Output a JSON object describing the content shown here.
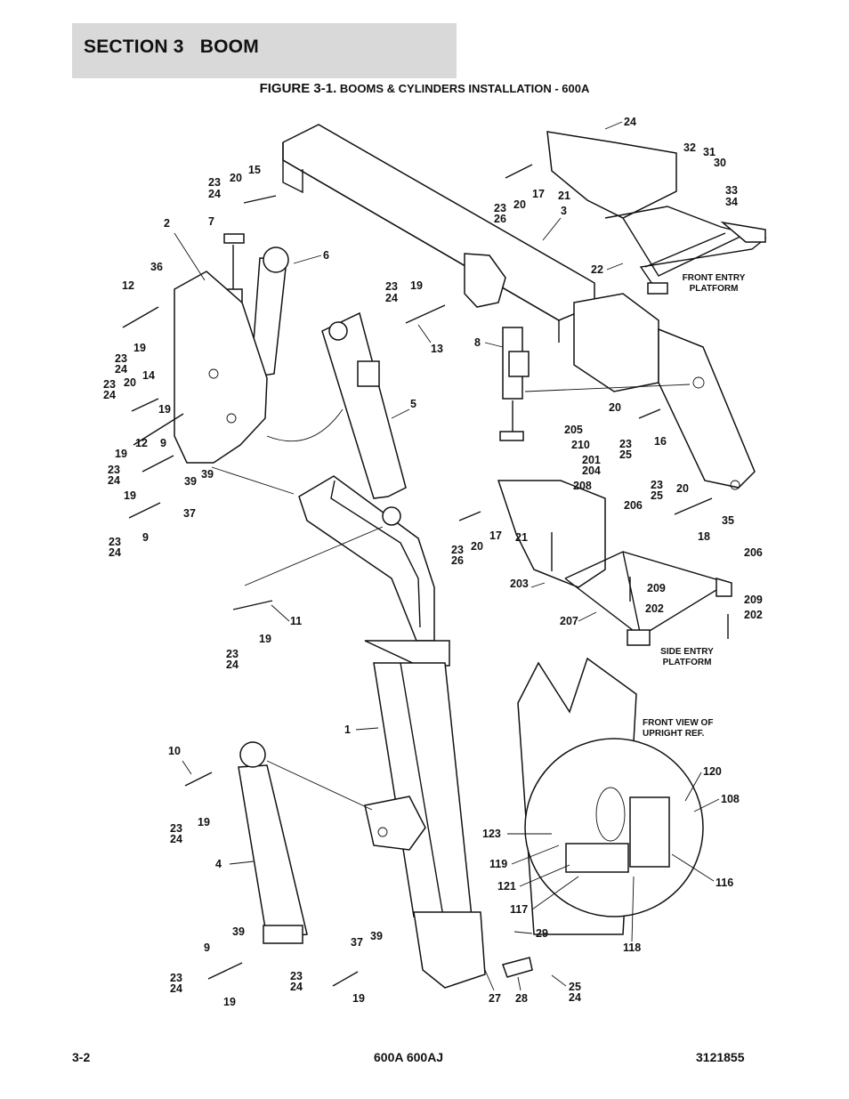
{
  "section": {
    "title": "SECTION 3   BOOM"
  },
  "figure": {
    "prefix": "FIGURE 3-1.",
    "title": "BOOMS & CYLINDERS INSTALLATION - 600A"
  },
  "callouts": {
    "front_entry_platform": [
      "FRONT ENTRY",
      "PLATFORM"
    ],
    "side_entry_platform": [
      "SIDE ENTRY",
      "PLATFORM"
    ],
    "front_view": [
      "FRONT VIEW OF",
      "UPRIGHT REF."
    ]
  },
  "part_numbers": [
    "24",
    "32",
    "31",
    "30",
    "33",
    "34",
    "23",
    "24",
    "20",
    "15",
    "17",
    "21",
    "23",
    "26",
    "20",
    "3",
    "2",
    "7",
    "6",
    "22",
    "36",
    "12",
    "19",
    "23",
    "24",
    "19",
    "13",
    "8",
    "23",
    "24",
    "20",
    "14",
    "5",
    "19",
    "20",
    "23",
    "24",
    "12",
    "9",
    "16",
    "205",
    "210",
    "23",
    "25",
    "201",
    "19",
    "204",
    "39",
    "23",
    "24",
    "208",
    "39",
    "19",
    "206",
    "23",
    "25",
    "20",
    "37",
    "17",
    "35",
    "9",
    "21",
    "18",
    "23",
    "24",
    "23",
    "26",
    "20",
    "206",
    "203",
    "209",
    "202",
    "209",
    "202",
    "207",
    "11",
    "23",
    "24",
    "19",
    "1",
    "10",
    "120",
    "108",
    "23",
    "24",
    "19",
    "123",
    "119",
    "116",
    "121",
    "117",
    "4",
    "39",
    "37",
    "39",
    "29",
    "9",
    "118",
    "23",
    "24",
    "23",
    "24",
    "25",
    "24",
    "19",
    "19",
    "27",
    "28"
  ],
  "footer": {
    "page": "3-2",
    "model": "600A 600AJ",
    "doc": "3121855"
  }
}
